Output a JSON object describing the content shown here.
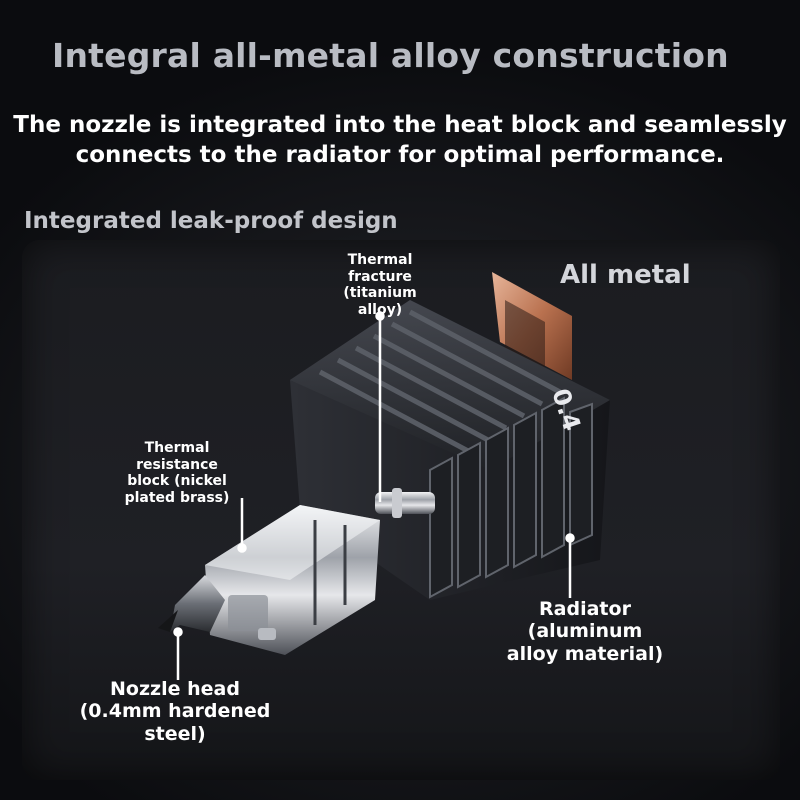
{
  "title": "Integral all-metal alloy construction",
  "subtitle": {
    "line1": "The nozzle is integrated into the heat block and seamlessly",
    "line2": "connects to the radiator for optimal performance."
  },
  "section_label": "Integrated leak-proof design",
  "badge_all_metal": "All metal",
  "product_marking": "0.4",
  "callouts": {
    "thermal_fracture": [
      "Thermal",
      "fracture",
      "(titanium",
      "alloy)"
    ],
    "thermal_block": [
      "Thermal",
      "resistance",
      "block (nickel",
      "plated brass)"
    ],
    "radiator": [
      "Radiator",
      "(aluminum",
      "alloy material)"
    ],
    "nozzle": [
      "Nozzle head",
      "(0.4mm hardened",
      "steel)"
    ]
  },
  "colors": {
    "background": "#0c0d10",
    "heatsink": "#2b2d32",
    "copper": "#c98a6c",
    "callout_text": "#ffffff",
    "title_text": "#b9bcc3"
  },
  "icons": {
    "product": "hotend-assembly-illustration"
  }
}
